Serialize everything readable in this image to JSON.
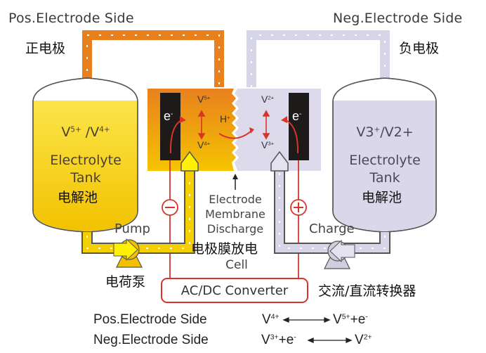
{
  "headers": {
    "pos_side": "Pos.Electrode Side",
    "neg_side": "Neg.Electrode Side",
    "pos_cn": "正电极",
    "neg_cn": "负电极"
  },
  "colors": {
    "pos_pipe": "#e8801e",
    "pos_electrolyte": "#f5c800",
    "neg_electrolyte": "#d8d6e8",
    "wire": "#d9342b",
    "electrode": "#1e1a1a"
  },
  "left_tank": {
    "ion_a": "V",
    "ion_a_charge": "5+",
    "sep": " /",
    "ion_b": "V",
    "ion_b_charge": "4+",
    "title_line1": "Electrolyte",
    "title_line2": "Tank",
    "title_cn": "电解池"
  },
  "right_tank": {
    "ions": "V3",
    "ions_charge": "+",
    "ions_rest": "/V2+",
    "title_line1": "Electrolyte",
    "title_line2": "Tank",
    "title_cn": "电解池"
  },
  "cell": {
    "electrode_label": "e",
    "electrode_charge": "-",
    "pos_top_ion": "V",
    "pos_top_charge": "5+",
    "pos_bottom_ion": "V",
    "pos_bottom_charge": "4+",
    "proton": "H",
    "proton_charge": "+",
    "neg_top_ion": "V",
    "neg_top_charge": "2+",
    "neg_bottom_ion": "V",
    "neg_bottom_charge": "3+"
  },
  "membrane_label": {
    "line1": "Electrode",
    "line2": "Membrane",
    "line3": "Discharge",
    "cn": "电极膜放电",
    "line4": "Cell"
  },
  "pump": {
    "label": "Pump",
    "cn": "电荷泵"
  },
  "charge_label": "Charge",
  "terminals": {
    "negative": "−",
    "positive": "+"
  },
  "converter": {
    "label": "AC/DC Converter",
    "cn": "交流/直流转换器"
  },
  "equations": [
    {
      "side": "Pos.Electrode Side",
      "lhs": "V",
      "lhs_charge": "4+",
      "lhs_extra": "",
      "lhs_extra_charge": "",
      "rhs": "V",
      "rhs_charge": "5+",
      "rhs_extra": "+e",
      "rhs_extra_charge": "-"
    },
    {
      "side": "Neg.Electrode Side",
      "lhs": "V",
      "lhs_charge": "3+",
      "lhs_extra": "+e",
      "lhs_extra_charge": "-",
      "rhs": "V",
      "rhs_charge": "2+",
      "rhs_extra": "",
      "rhs_extra_charge": ""
    }
  ]
}
